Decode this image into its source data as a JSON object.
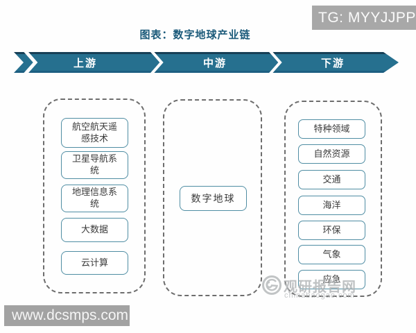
{
  "badge": {
    "text": "TG: MYYJJPP"
  },
  "title": "图表：数字地球产业链",
  "flow_band": {
    "segments": [
      "上游",
      "中游",
      "下游"
    ]
  },
  "upstream": {
    "items": [
      "航空航天遥感技术",
      "卫星导航系统",
      "地理信息系统",
      "大数据",
      "云计算"
    ]
  },
  "midstream": {
    "items": [
      "数字地球"
    ]
  },
  "downstream": {
    "items": [
      "特种领域",
      "自然资源",
      "交通",
      "海洋",
      "环保",
      "气象",
      "应急"
    ]
  },
  "watermarks": {
    "bottom_bar": "www.dcsmps.com",
    "brand_name": "观研报告网",
    "brand_domain": "chinabaogao.com"
  },
  "colors": {
    "band_teal": "#26708f",
    "band_edge_dark": "#173f56",
    "title_color": "#1b5a7a",
    "box_border": "#4f8da3",
    "badge_gray": "#a8a8a8",
    "watermark_gray": "#b0b3b5"
  }
}
